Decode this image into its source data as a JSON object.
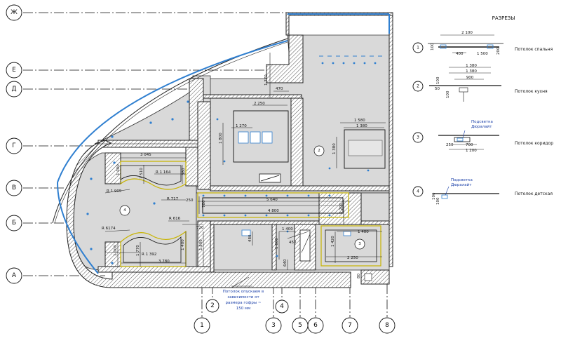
{
  "title": "РАЗРЕЗЫ",
  "grid_axes_rows": [
    "Ж",
    "Е",
    "Д",
    "Г",
    "В",
    "Б",
    "А"
  ],
  "grid_axes_cols": [
    "1",
    "2",
    "3",
    "4",
    "5",
    "6",
    "7",
    "8"
  ],
  "plan_dims": {
    "d2250a": "2 250",
    "d1770": "1 770",
    "d470": "470",
    "d1270": "1 270",
    "d1800": "1 800",
    "d1580": "1 580",
    "d1380": "1 380",
    "d3045": "3 045",
    "d1000a": "1 000",
    "d1510": "1 510",
    "d1164": "R 1 164",
    "d380": "380",
    "r1905": "R 1 905",
    "r717": "R 717",
    "r616": "R 616",
    "r6174": "R 6174",
    "d250a": "250",
    "d5640": "5 640",
    "d4800": "4 800",
    "d780": "780",
    "d1200": "1 200",
    "d1400": "1 400",
    "d1420": "1 420",
    "d2250b": "2 250",
    "d80": "80",
    "d720": "720",
    "d1400b": "1 400",
    "d1800b": "1 800",
    "d1770b": "1 770",
    "r1392": "R 1 392",
    "d3780": "3 780",
    "d1000b": "1 000",
    "d480": "480",
    "d1000c": "1 000",
    "d640": "640",
    "d1400c": "1 400",
    "d450": "450",
    "room2": "2",
    "room3": "3",
    "room4": "4"
  },
  "note_text": [
    "Потолок опускаем в",
    "зависимости от",
    "размера гофры ~",
    "150 мм"
  ],
  "sections": [
    {
      "num": "1",
      "label": "Потолок спальня",
      "dims": [
        "2 100",
        "400",
        "1 500",
        "100",
        "200"
      ]
    },
    {
      "num": "2",
      "label": "Потолок кухня",
      "dims": [
        "1 380",
        "1 380",
        "900",
        "100",
        "50",
        "100"
      ]
    },
    {
      "num": "3",
      "label": "Потолок коридор",
      "dims": [
        "250",
        "700",
        "1 200"
      ],
      "note": [
        "Подсветка",
        "Дюралайт"
      ]
    },
    {
      "num": "4",
      "label": "Потолок детская",
      "dims": [
        "100",
        "100"
      ],
      "note": [
        "Подсветка",
        "Дюралайт"
      ]
    }
  ],
  "colors": {
    "accent_blue": "#2f7fd0",
    "floor_gray": "#d9d9d9",
    "yellow": "#c8b400",
    "wall": "#222222"
  }
}
